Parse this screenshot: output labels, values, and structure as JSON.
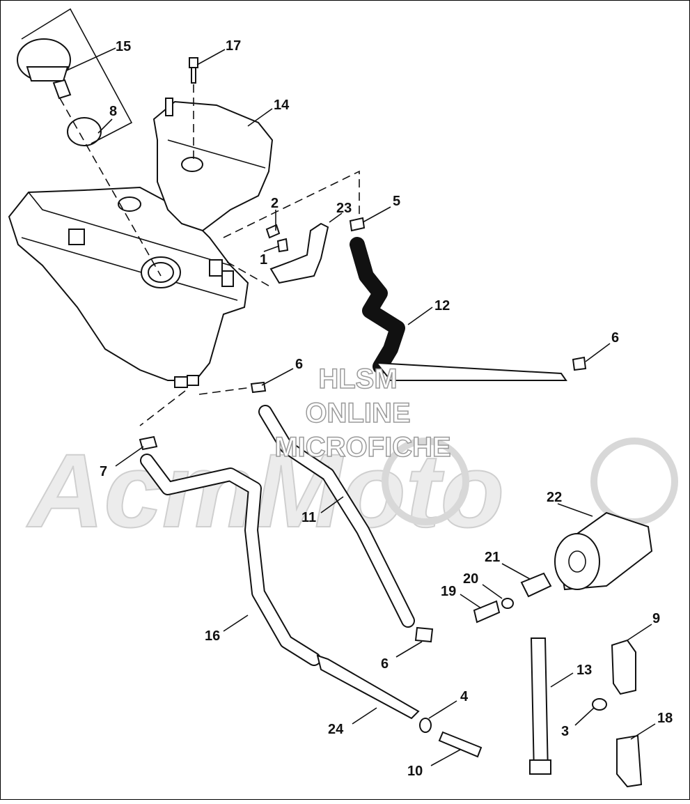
{
  "watermark": {
    "line1": "HLSM",
    "line2": "ONLINE",
    "line3": "MICROFICHE",
    "brand": "AcmMoto"
  },
  "callouts": [
    {
      "id": "1",
      "text": "1"
    },
    {
      "id": "2",
      "text": "2"
    },
    {
      "id": "3",
      "text": "3"
    },
    {
      "id": "4",
      "text": "4"
    },
    {
      "id": "5",
      "text": "5"
    },
    {
      "id": "6a",
      "text": "6"
    },
    {
      "id": "6b",
      "text": "6"
    },
    {
      "id": "6c",
      "text": "6"
    },
    {
      "id": "7",
      "text": "7"
    },
    {
      "id": "8",
      "text": "8"
    },
    {
      "id": "9",
      "text": "9"
    },
    {
      "id": "10",
      "text": "10"
    },
    {
      "id": "11",
      "text": "11"
    },
    {
      "id": "12",
      "text": "12"
    },
    {
      "id": "13",
      "text": "13"
    },
    {
      "id": "14",
      "text": "14"
    },
    {
      "id": "15",
      "text": "15"
    },
    {
      "id": "16",
      "text": "16"
    },
    {
      "id": "17",
      "text": "17"
    },
    {
      "id": "18",
      "text": "18"
    },
    {
      "id": "19",
      "text": "19"
    },
    {
      "id": "20",
      "text": "20"
    },
    {
      "id": "21",
      "text": "21"
    },
    {
      "id": "22",
      "text": "22"
    },
    {
      "id": "23",
      "text": "23"
    },
    {
      "id": "24",
      "text": "24"
    }
  ]
}
